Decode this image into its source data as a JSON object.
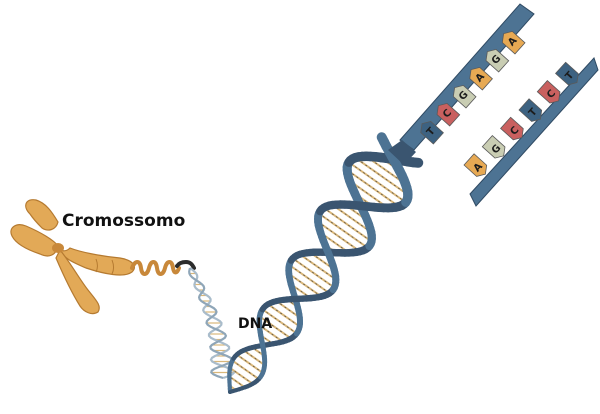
{
  "labels": {
    "chromosome": "Cromossomo",
    "dna": "DNA"
  },
  "colors": {
    "background": "#ffffff",
    "chromosome_fill": "#e2a957",
    "chromosome_shade": "#c8883a",
    "strand_dark": "#3a5570",
    "strand_mid": "#4d7393",
    "strand_light": "#a9bccb",
    "rung": "#d9b77a",
    "text": "#111111"
  },
  "bases": {
    "top_row": [
      {
        "letter": "T",
        "color": "#3d6281"
      },
      {
        "letter": "C",
        "color": "#c9605f"
      },
      {
        "letter": "G",
        "color": "#c9cdb3"
      },
      {
        "letter": "A",
        "color": "#e7a953"
      },
      {
        "letter": "G",
        "color": "#c9cdb3"
      },
      {
        "letter": "A",
        "color": "#e7a953"
      }
    ],
    "bottom_row": [
      {
        "letter": "A",
        "color": "#e7a953"
      },
      {
        "letter": "G",
        "color": "#c9cdb3"
      },
      {
        "letter": "C",
        "color": "#c9605f"
      },
      {
        "letter": "T",
        "color": "#3d6281"
      },
      {
        "letter": "C",
        "color": "#c9605f"
      },
      {
        "letter": "T",
        "color": "#3d6281"
      }
    ]
  }
}
